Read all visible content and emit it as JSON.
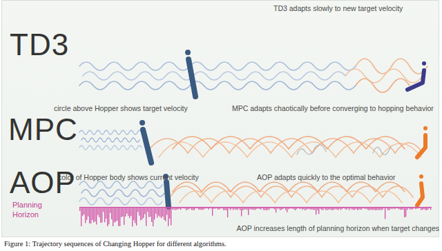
{
  "diagram": {
    "caption": "Figure 1: Trajectory sequences of Changing Hopper for different algorithms.",
    "labels": [
      "TD3 adapts slowly to new target velocity",
      "TD3",
      "circle above Hopper shows target velocity",
      "MPC adapts chaotically before converging to hopping behavior",
      "MPC",
      "color of Hopper body shows current velocity",
      "AOP adapts quickly to the optimal behavior",
      "AOP",
      "Planning Horizon",
      "AOP increases length of planning horizon when target changes"
    ]
  }
}
